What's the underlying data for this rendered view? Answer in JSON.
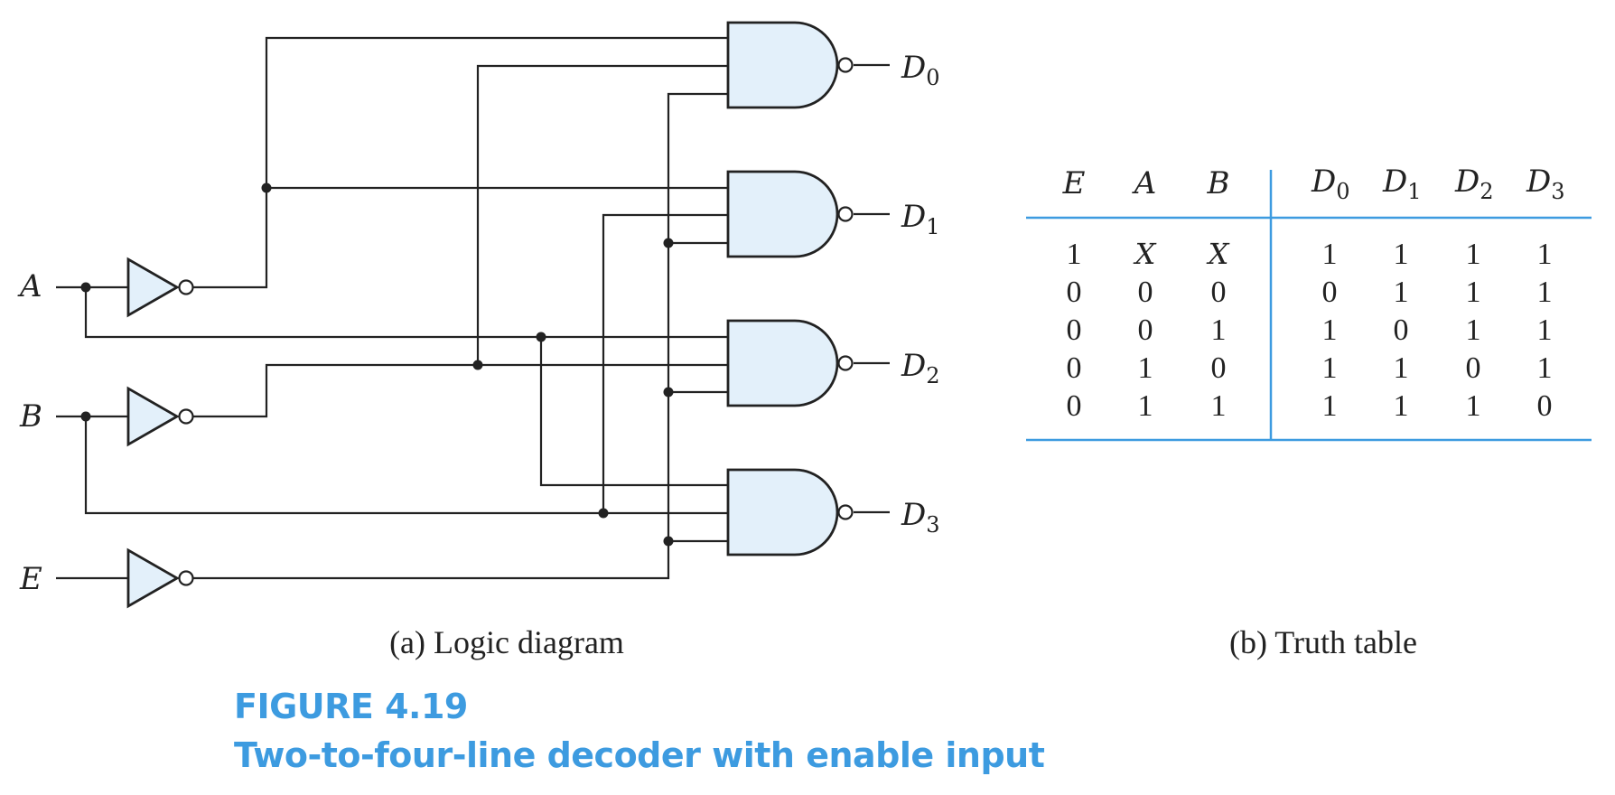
{
  "figure": {
    "number": "FIGURE 4.19",
    "title": "Two-to-four-line decoder with enable input"
  },
  "logic_diagram": {
    "caption": "(a) Logic diagram",
    "inputs": [
      "A",
      "B",
      "E"
    ],
    "outputs": [
      {
        "letter": "D",
        "index": "0"
      },
      {
        "letter": "D",
        "index": "1"
      },
      {
        "letter": "D",
        "index": "2"
      },
      {
        "letter": "D",
        "index": "3"
      }
    ]
  },
  "truth_table": {
    "caption": "(b) Truth table",
    "input_headers": [
      "E",
      "A",
      "B"
    ],
    "output_headers": [
      {
        "letter": "D",
        "index": "0"
      },
      {
        "letter": "D",
        "index": "1"
      },
      {
        "letter": "D",
        "index": "2"
      },
      {
        "letter": "D",
        "index": "3"
      }
    ],
    "rows": [
      [
        "1",
        "X",
        "X",
        "1",
        "1",
        "1",
        "1"
      ],
      [
        "0",
        "0",
        "0",
        "0",
        "1",
        "1",
        "1"
      ],
      [
        "0",
        "0",
        "1",
        "1",
        "0",
        "1",
        "1"
      ],
      [
        "0",
        "1",
        "0",
        "1",
        "1",
        "0",
        "1"
      ],
      [
        "0",
        "1",
        "1",
        "1",
        "1",
        "1",
        "0"
      ]
    ]
  },
  "colors": {
    "accent": "#3d9be0",
    "gate_fill": "#e3f0fa",
    "ink": "#222222"
  }
}
